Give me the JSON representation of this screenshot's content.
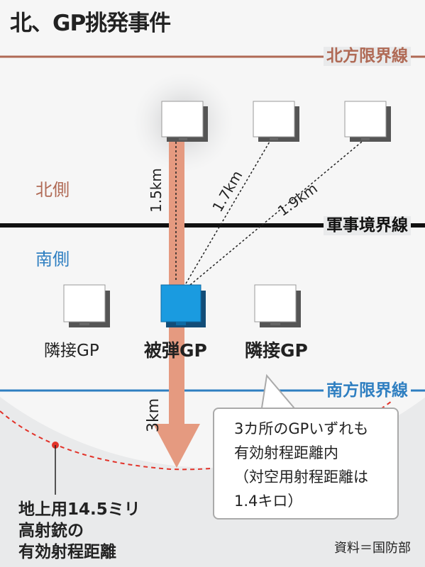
{
  "title": "北、GP挑発事件",
  "lines": {
    "north_limit": "北方限界線",
    "military_demarcation": "軍事境界線",
    "south_limit": "南方限界線"
  },
  "sides": {
    "north": "北側",
    "south": "南側"
  },
  "gp_labels": {
    "left": "隣接GP",
    "target": "被弾GP",
    "right": "隣接GP"
  },
  "distances": {
    "d1": "1.5km",
    "d2": "1.7km",
    "d3": "1.9km",
    "south_range": "3km"
  },
  "legend": [
    "地上用14.5ミリ",
    "高射銃の",
    "有効射程距離"
  ],
  "callout": [
    "3カ所のGPいずれも",
    "有効射程距離内",
    "（対空用射程距離は",
    "1.4キロ）"
  ],
  "source": "資料＝国防部",
  "colors": {
    "background": "#e9eaeb",
    "north_line": "#b06a55",
    "south_line": "#2f7fc1",
    "demarcation_line": "#111111",
    "target_gp": "#1a9be0",
    "arrow": "#e59a80",
    "range_arc": "#e2332a"
  }
}
